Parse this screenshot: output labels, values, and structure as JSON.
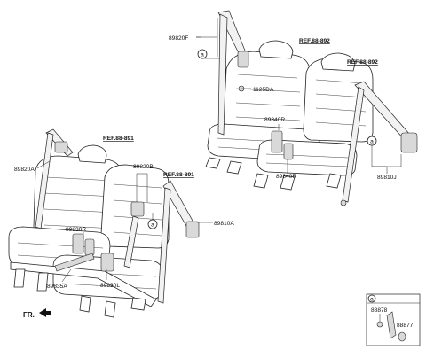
{
  "labels": {
    "p89820F": "89820F",
    "ref892a": "REF.88-892",
    "ref892b": "REF.88-892",
    "p1125DA": "1125DA",
    "p89840R_top": "89840R",
    "p89840R_bot": "89840R",
    "p89810J": "89810J",
    "ref891a": "REF.88-891",
    "ref891b": "REF.88-891",
    "p89820A": "89820A",
    "p89820B": "89820B",
    "p89810A": "89810A",
    "p89830R": "89830R",
    "p89835A": "89835A",
    "p89830L": "89830L",
    "fr": "FR.",
    "callout_a": "a",
    "inset_a": "a",
    "p88878": "88878",
    "p88877": "88877"
  }
}
